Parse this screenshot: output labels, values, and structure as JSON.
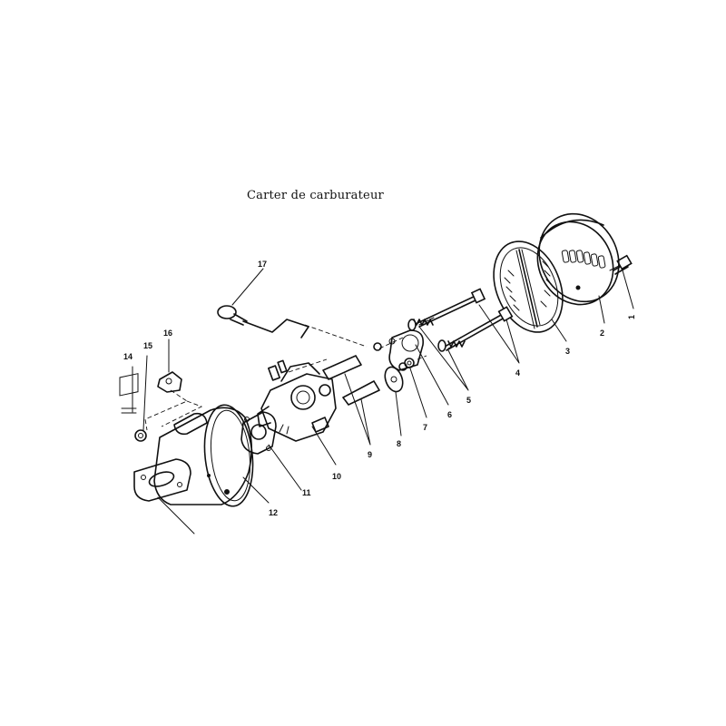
{
  "title": "Carter de carburateur",
  "callouts": [
    {
      "n": "1"
    },
    {
      "n": "2"
    },
    {
      "n": "3"
    },
    {
      "n": "4"
    },
    {
      "n": "5"
    },
    {
      "n": "6"
    },
    {
      "n": "7"
    },
    {
      "n": "8"
    },
    {
      "n": "9"
    },
    {
      "n": "10"
    },
    {
      "n": "11"
    },
    {
      "n": "12"
    },
    {
      "n": "14"
    },
    {
      "n": "15"
    },
    {
      "n": "16"
    },
    {
      "n": "17"
    }
  ]
}
